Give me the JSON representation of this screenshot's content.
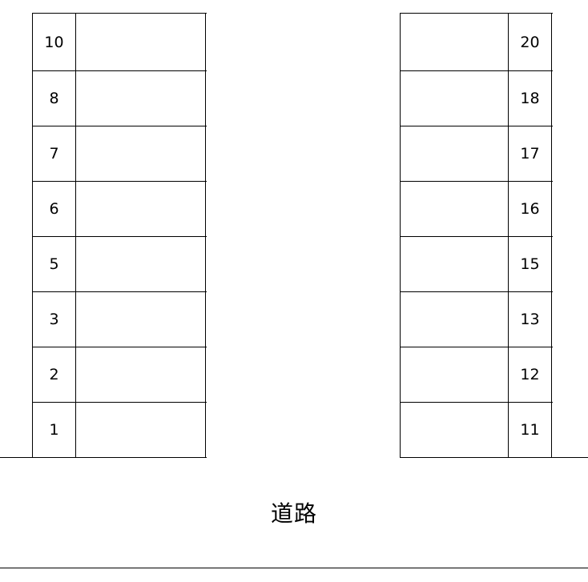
{
  "left_block": {
    "rows": [
      {
        "number": "10"
      },
      {
        "number": "8"
      },
      {
        "number": "7"
      },
      {
        "number": "6"
      },
      {
        "number": "5"
      },
      {
        "number": "3"
      },
      {
        "number": "2"
      },
      {
        "number": "1"
      }
    ]
  },
  "right_block": {
    "rows": [
      {
        "number": "20"
      },
      {
        "number": "18"
      },
      {
        "number": "17"
      },
      {
        "number": "16"
      },
      {
        "number": "15"
      },
      {
        "number": "13"
      },
      {
        "number": "12"
      },
      {
        "number": "11"
      }
    ]
  },
  "road": {
    "label": "道路"
  },
  "colors": {
    "line": "#000000",
    "background": "#ffffff"
  }
}
